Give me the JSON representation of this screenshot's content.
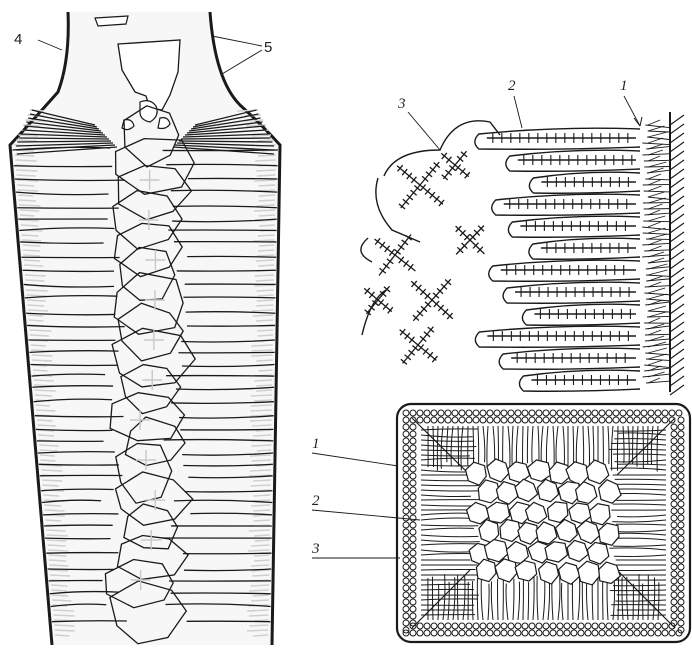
{
  "figure": {
    "ingot_section": {
      "labels": [
        "4",
        "5"
      ]
    },
    "crystal_growth_detail": {
      "labels": [
        "3",
        "2",
        "1"
      ]
    },
    "cross_section": {
      "labels": [
        "1",
        "2",
        "3"
      ]
    }
  },
  "colors": {
    "ink": "#1a1a1a",
    "shading": "#c8c8c8",
    "background": "#ffffff"
  }
}
